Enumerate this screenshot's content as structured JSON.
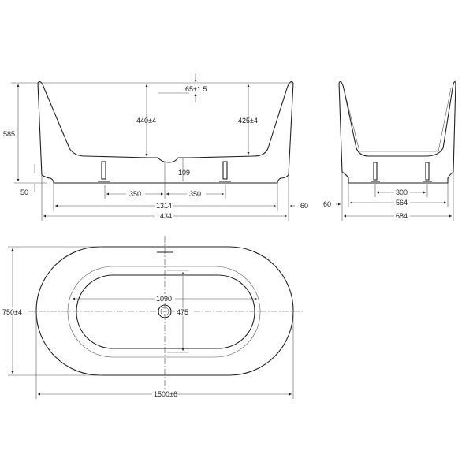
{
  "front_view": {
    "height": "585",
    "depth_center": "440±4",
    "depth_side": "425±4",
    "overflow": "65±1.5",
    "drain_height": "109",
    "base_step": "50",
    "leg_left": "350",
    "leg_right": "350",
    "base_length": "1314",
    "overall_length": "1434",
    "rim_offset": "60"
  },
  "side_view": {
    "leg_spacing": "300",
    "base_width": "564",
    "overall_width": "684",
    "rim_offset": "60"
  },
  "top_view": {
    "width": "750±4",
    "length": "1500±6",
    "inner_length": "1090",
    "inner_width": "475"
  }
}
